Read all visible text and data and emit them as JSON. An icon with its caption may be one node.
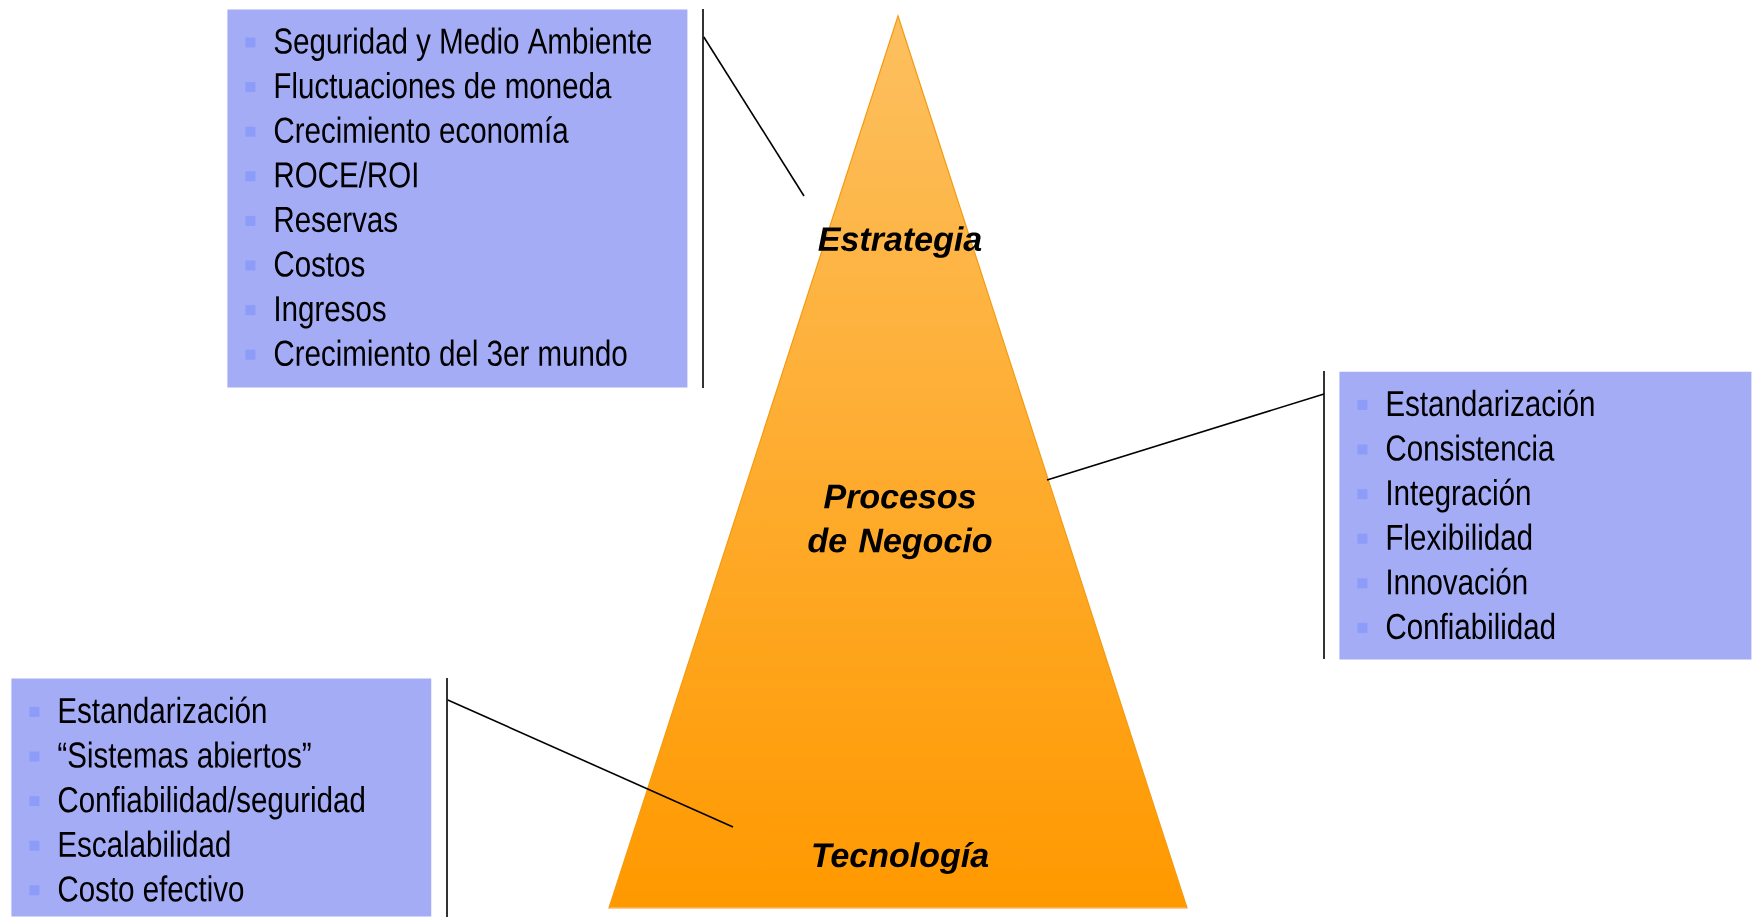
{
  "diagram": {
    "nodes": [
      {
        "text": [],
        "shape": "triangle"
      },
      {
        "text": [
          "Estrategia"
        ],
        "in": 0
      },
      {
        "text": [
          "Procesos de Negocio"
        ],
        "in": 0
      },
      {
        "text": [
          "Tecnología"
        ],
        "in": 0
      },
      {
        "text": [
          "Seguridad y Medio Ambiente",
          "Fluctuaciones de moneda",
          "Crecimiento economía",
          "ROCE/ROI",
          "Reservas",
          "Costos",
          "Ingresos",
          "Crecimiento del 3er mundo"
        ]
      },
      {
        "text": [
          "Estandarización",
          "Consistencia",
          "Integración",
          "Flexibilidad",
          "Innovación",
          "Confiabilidad"
        ]
      },
      {
        "text": [
          "Estandarización",
          "“Sistemas abiertos”",
          "Confiabilidad/seguridad",
          "Escalabilidad",
          "Costo efectivo"
        ]
      }
    ],
    "edges": [
      {
        "from": 4,
        "to": 1,
        "arrow": "none"
      },
      {
        "from": 5,
        "to": 2,
        "arrow": "none"
      },
      {
        "from": 6,
        "to": 3,
        "arrow": "none"
      }
    ]
  }
}
